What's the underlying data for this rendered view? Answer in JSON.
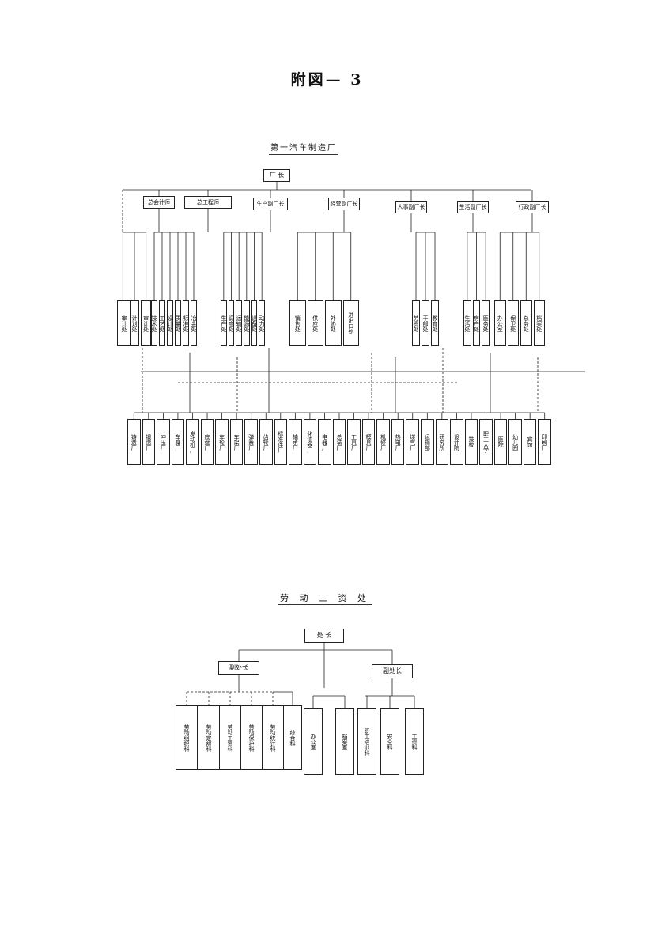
{
  "page_title": "附図— 3",
  "chart1": {
    "title": "第一汽车制造厂",
    "root": "厂 长",
    "deputies": [
      {
        "id": "d1",
        "label": "总会计师"
      },
      {
        "id": "d2",
        "label": "总工程师"
      },
      {
        "id": "d3",
        "label": "生产副厂长"
      },
      {
        "id": "d4",
        "label": "经营副厂长"
      },
      {
        "id": "d5",
        "label": "人事副厂长"
      },
      {
        "id": "d6",
        "label": "生活副厂长"
      },
      {
        "id": "d7",
        "label": "行政副厂长"
      }
    ],
    "departments": [
      "财务处",
      "计划处",
      "审计处",
      "技术处",
      "工艺处",
      "设计处",
      "质量处",
      "标准处",
      "冶金处",
      "生产处",
      "调度处",
      "运输处",
      "能源处",
      "设备处",
      "动力处",
      "销售处",
      "供应处",
      "外协处",
      "进出口处",
      "劳资处",
      "干部处",
      "教育处",
      "生活处",
      "房产处",
      "医务处",
      "办公室",
      "保卫处",
      "总务处",
      "档案处"
    ],
    "units": [
      "铸造厂",
      "锻造厂",
      "冲压厂",
      "车身厂",
      "发动机厂",
      "底盘厂",
      "车轮厂",
      "车架厂",
      "弹簧厂",
      "齿轮厂",
      "标准件厂",
      "轴承厂",
      "化油器厂",
      "电器厂",
      "总装厂",
      "工具厂",
      "模具厂",
      "机修厂",
      "热电厂",
      "煤气厂",
      "运输部",
      "研究所",
      "设计院",
      "技校",
      "职工大学",
      "医院",
      "幼儿园",
      "宾馆",
      "印刷厂"
    ]
  },
  "chart2": {
    "title": "劳 动 工 资 处",
    "root": "处 长",
    "deputies": [
      {
        "id": "dep1",
        "label": "副处长"
      },
      {
        "id": "dep2",
        "label": "副处长"
      }
    ],
    "sections_a": [
      "劳动组织科",
      "劳动定额科",
      "劳动工资科",
      "劳动保护科",
      "劳动统计科"
    ],
    "sections_b": [
      "综合科"
    ],
    "sections_c": [
      "办公室",
      "档案室"
    ],
    "sections_d": [
      "职工培训科",
      "安全科",
      "工资科"
    ]
  }
}
